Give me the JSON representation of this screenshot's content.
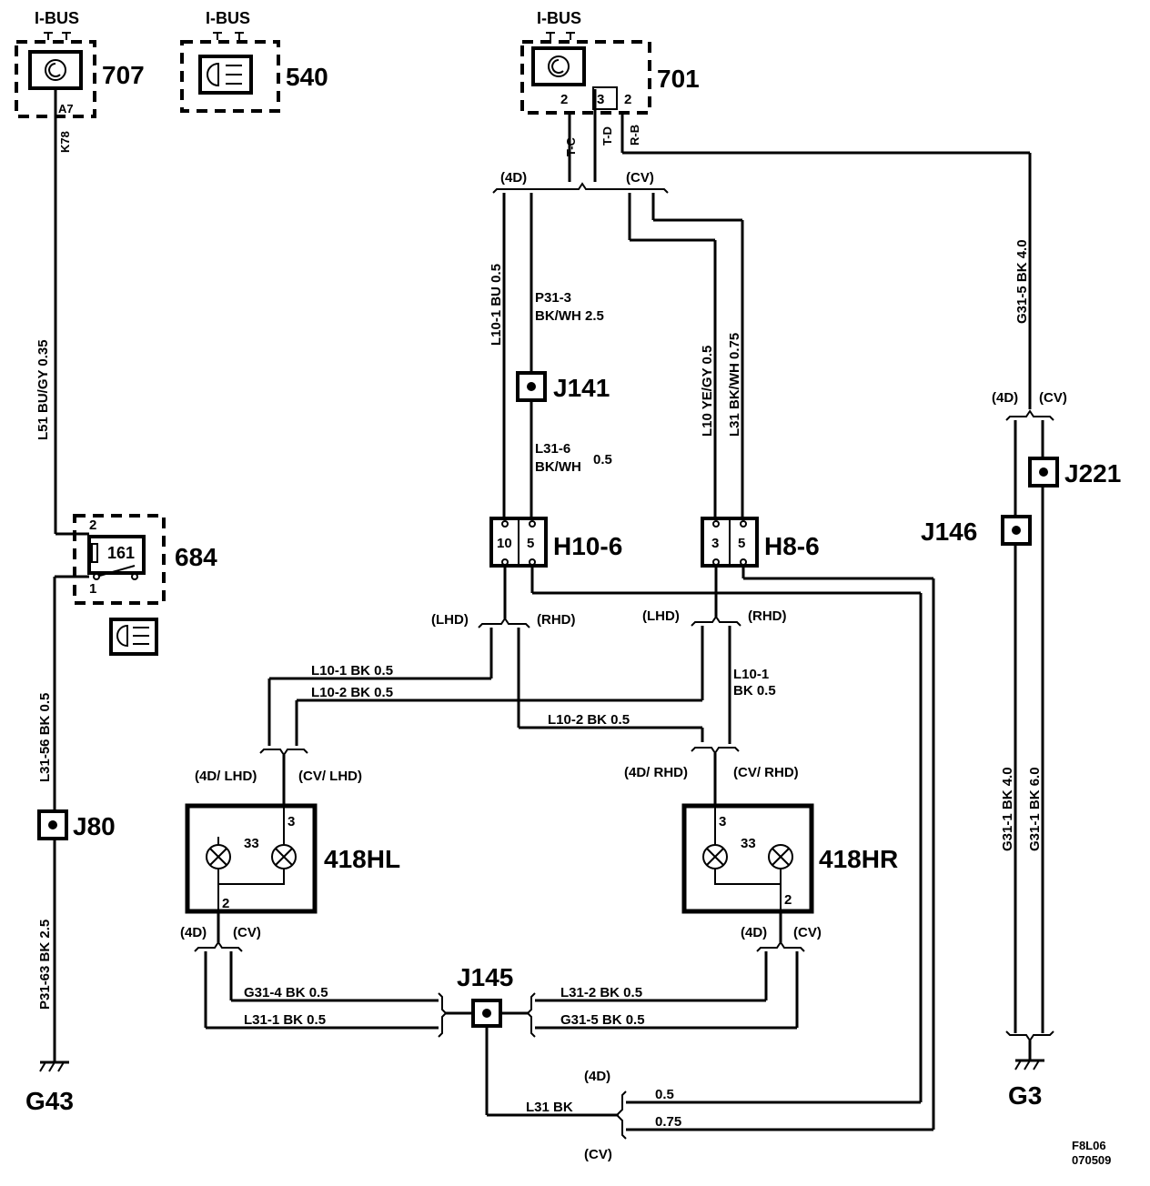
{
  "bus": {
    "b707": "I-BUS",
    "b540": "I-BUS",
    "b701": "I-BUS"
  },
  "components": {
    "c707": "707",
    "c540": "540",
    "c701": "701",
    "c684": "684",
    "relay": "161",
    "lamp_l": "418HL",
    "lamp_r": "418HR",
    "lamp_l_num": "33",
    "lamp_r_num": "33"
  },
  "connectors": {
    "h10": "H10-6",
    "h8": "H8-6",
    "h10_p1": "10",
    "h10_p2": "5",
    "h8_p1": "3",
    "h8_p2": "5"
  },
  "junctions": {
    "j141": "J141",
    "j221": "J221",
    "j146": "J146",
    "j80": "J80",
    "j145": "J145"
  },
  "grounds": {
    "g43": "G43",
    "g3": "G3"
  },
  "pins": {
    "a7": "A7",
    "p701_1": "2",
    "p701_2": "3",
    "p701_3": "2",
    "relay_2": "2",
    "relay_1": "1",
    "hl_3": "3",
    "hl_2": "2",
    "hr_3": "3",
    "hr_2": "2"
  },
  "wires": {
    "k78": "K78",
    "tc": "T-C",
    "td": "T-D",
    "rb": "R-B",
    "l51": "L51 BU/GY  0.35",
    "l31_56": "L31-56   BK  0.5",
    "p31_63": "P31-63   BK  2.5",
    "l10_1_top": "L10-1 BU  0.5",
    "p31_3": "P31-3",
    "p31_3b": "BK/WH   2.5",
    "l31_6": "L31-6",
    "l31_6b": "BK/WH",
    "l31_6c": "0.5",
    "l10_ye": "L10  YE/GY  0.5",
    "l31_bkwh": "L31  BK/WH  0.75",
    "g31_5_top": "G31-5  BK  4.0",
    "l10_1_l": "L10-1  BK   0.5",
    "l10_2_l": "L10-2  BK   0.5",
    "l10_1_r": "L10-1",
    "l10_1_rb": "BK  0.5",
    "l10_2_c": "L10-2   BK     0.5",
    "g31_4": "G31-4  BK  0.5",
    "l31_1": "L31-1  BK   0.5",
    "l31_2": "L31-2  BK  0.5",
    "g31_5": "G31-5  BK  0.5",
    "l31_bk": "L31   BK",
    "v05": "0.5",
    "v075": "0.75",
    "g31_1a": "G31-1    BK  4.0",
    "g31_1b": "G31-1    BK  6.0"
  },
  "variants": {
    "v4d_top": "(4D)",
    "cv_top": "(CV)",
    "v4d_r": "(4D)",
    "cv_r": "(CV)",
    "lhd1": "(LHD)",
    "rhd1": "(RHD)",
    "lhd2": "(LHD)",
    "rhd2": "(RHD)",
    "v4d_lhd": "(4D/ LHD)",
    "cv_lhd": "(CV/ LHD)",
    "v4d_rhd": "(4D/ RHD)",
    "cv_rhd": "(CV/ RHD)",
    "v4d_hl": "(4D)",
    "cv_hl": "(CV)",
    "v4d_hr": "(4D)",
    "cv_hr": "(CV)",
    "v4d_bot": "(4D)",
    "cv_bot": "(CV)"
  },
  "footer": {
    "code": "F8L06",
    "date": "070509"
  },
  "icons": [
    "dial-icon",
    "headlamp-icon",
    "bulb-icon",
    "ground-icon"
  ]
}
